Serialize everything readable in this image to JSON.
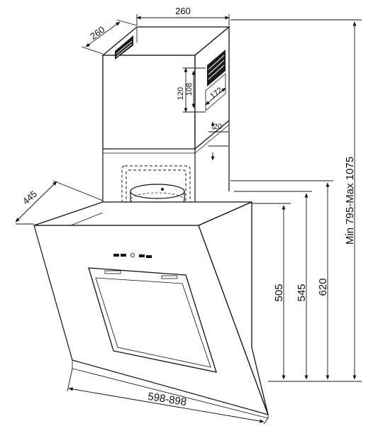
{
  "dimensions": {
    "duct_width": "260",
    "duct_depth": "260",
    "vent_outer": "120",
    "vent_inner": "108",
    "vent_width": "172",
    "bracket_offset": "20",
    "hood_depth": "445",
    "height_body": "505",
    "height_mid": "545",
    "height_outer": "620",
    "total_height": "Min 795-Max 1075",
    "width_range": "598-898"
  },
  "colors": {
    "line": "#111111",
    "background": "#ffffff"
  }
}
